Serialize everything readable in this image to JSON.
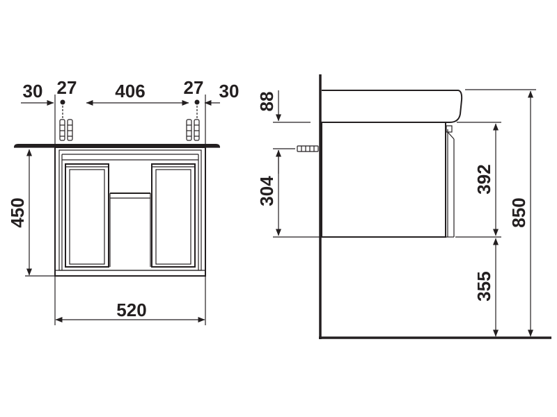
{
  "colors": {
    "line": "#231f20",
    "background": "#ffffff"
  },
  "front_view": {
    "dim_left_margin": "30",
    "dim_left_fixing": "27",
    "dim_center": "406",
    "dim_right_fixing": "27",
    "dim_right_margin": "30",
    "dim_height": "450",
    "dim_width": "520"
  },
  "side_view": {
    "dim_top_offset": "88",
    "dim_fixing_height": "304",
    "dim_cabinet_height": "392",
    "dim_floor_clearance": "355",
    "dim_total_height": "850"
  }
}
